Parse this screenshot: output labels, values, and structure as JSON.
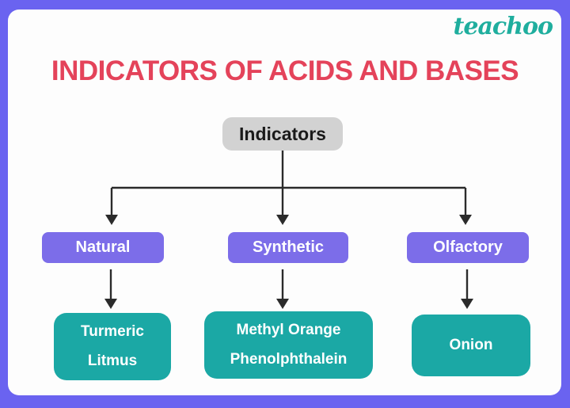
{
  "brand": {
    "logo_text": "teachoo",
    "logo_color": "#1fae9e"
  },
  "title": {
    "text": "INDICATORS OF ACIDS AND BASES",
    "color": "#e4435a"
  },
  "tree": {
    "root": {
      "label": "Indicators",
      "bg_color": "#d2d2d2"
    },
    "branches": [
      {
        "category": "Natural",
        "examples": [
          "Turmeric",
          "Litmus"
        ]
      },
      {
        "category": "Synthetic",
        "examples": [
          "Methyl Orange",
          "Phenolphthalein"
        ]
      },
      {
        "category": "Olfactory",
        "examples": [
          "Onion"
        ]
      }
    ],
    "category_bg_color": "#7c6de9",
    "example_bg_color": "#1ba8a5",
    "connector_color": "#2b2b2b"
  },
  "frame": {
    "border_color": "#6a63f0",
    "card_color": "#fdfdfd"
  }
}
